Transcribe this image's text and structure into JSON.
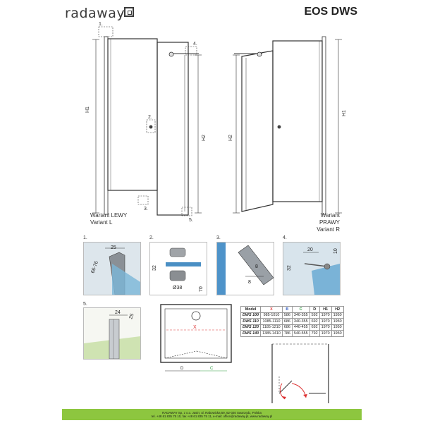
{
  "header": {
    "brand": "radaway",
    "model": "EOS DWS"
  },
  "variants": {
    "left": {
      "line1": "Wariant LEWY",
      "line2": "Variant L"
    },
    "right": {
      "line1": "Wariant PRAWY",
      "line2": "Variant R"
    }
  },
  "drawing_labels": {
    "h1": "H1",
    "h2": "H2",
    "detail_1": "1.",
    "detail_2": "2.",
    "detail_3": "3.",
    "detail_4": "4.",
    "detail_5": "5."
  },
  "details": {
    "d1": {
      "num": "1.",
      "dim_a": "25",
      "dim_b": "66-76"
    },
    "d2": {
      "num": "2.",
      "dim_a": "32",
      "dim_b": "Ø38",
      "dim_c": "70"
    },
    "d3": {
      "num": "3.",
      "dim_a": "8",
      "dim_b": "8"
    },
    "d4": {
      "num": "4.",
      "dim_a": "20",
      "dim_b": "10",
      "dim_c": "32"
    },
    "d5": {
      "num": "5.",
      "dim_a": "24",
      "dim_b": "25"
    }
  },
  "plan": {
    "x": "X",
    "d": "D",
    "c": "C"
  },
  "table": {
    "headers": [
      "Model",
      "X",
      "B",
      "C",
      "D",
      "H1",
      "H2"
    ],
    "header_colors": [
      "#222222",
      "#e04040",
      "#3a62c4",
      "#2e9a3e",
      "#222222",
      "#222222",
      "#222222"
    ],
    "rows": [
      [
        "DWS 100",
        "985-1010",
        "586",
        "340-355",
        "592",
        "1970",
        "1950"
      ],
      [
        "DWS 110",
        "1085-1110",
        "686",
        "340-355",
        "692",
        "1970",
        "1950"
      ],
      [
        "DWS 120",
        "1185-1210",
        "686",
        "440-455",
        "692",
        "1970",
        "1950"
      ],
      [
        "DWS 140",
        "1385-1410",
        "786",
        "540-555",
        "792",
        "1970",
        "1950"
      ]
    ]
  },
  "footer": {
    "line1": "RADAWAY Sp. z o.o. Jasin; ul. Rabowicka 59, 62-020 Swarzędz, Polska",
    "line2": "tel. +48 61 835 75 10, fax +48 61 835 75 11, e-mail: office@radaway.pl, www.radaway.pl"
  }
}
